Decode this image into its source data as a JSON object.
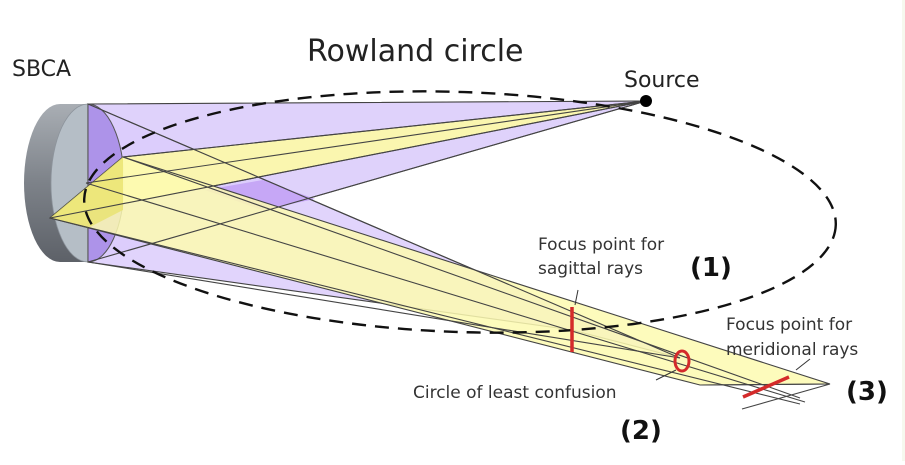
{
  "diagram": {
    "title": "Rowland circle",
    "labels": {
      "analyzer": "SBCA",
      "source": "Source",
      "sagittal_focus": [
        "Focus point for",
        "sagittal rays"
      ],
      "least_confusion": "Circle of least confusion",
      "meridional_focus": [
        "Focus point for",
        "meridional rays"
      ]
    },
    "markers": {
      "sagittal": "(1)",
      "least_confusion": "(2)",
      "meridional": "(3)"
    },
    "colors": {
      "sagittal_fan": "#dccdfb",
      "sagittal_fan_overlap": "#c7a9f5",
      "meridional_fan": "#fdfab0",
      "mirror_body": "#8c9096",
      "mirror_face": "#b3bcc4",
      "focus_marker": "#d42a2a",
      "outline": "#333333"
    }
  }
}
